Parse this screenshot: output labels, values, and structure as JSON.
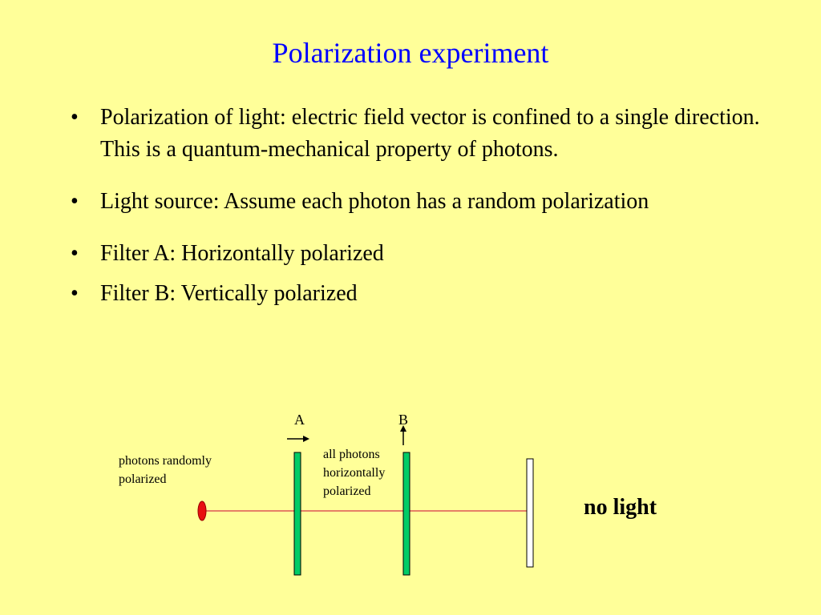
{
  "title": "Polarization experiment",
  "bullets": [
    {
      "marker": "•",
      "text": "Polarization of light:  electric field vector is confined to a single direction.  This is a quantum-mechanical property of photons."
    },
    {
      "marker": "•",
      "text": "Light source:  Assume each photon has a random polarization"
    },
    {
      "marker": "•",
      "text": "Filter A: Horizontally polarized"
    },
    {
      "marker": "•",
      "text": "Filter B: Vertically polarized"
    }
  ],
  "diagram": {
    "filter_a_label": "A",
    "filter_b_label": "B",
    "source_label": "photons randomly polarized",
    "after_a_label": "all photons horizontally polarized",
    "result_label": "no light",
    "colors": {
      "background": "#FFFF99",
      "title": "#0000FF",
      "filter": "#00CC66",
      "source": "#E81010",
      "beam": "#CC0033",
      "screen": "#FFFFFF"
    }
  }
}
